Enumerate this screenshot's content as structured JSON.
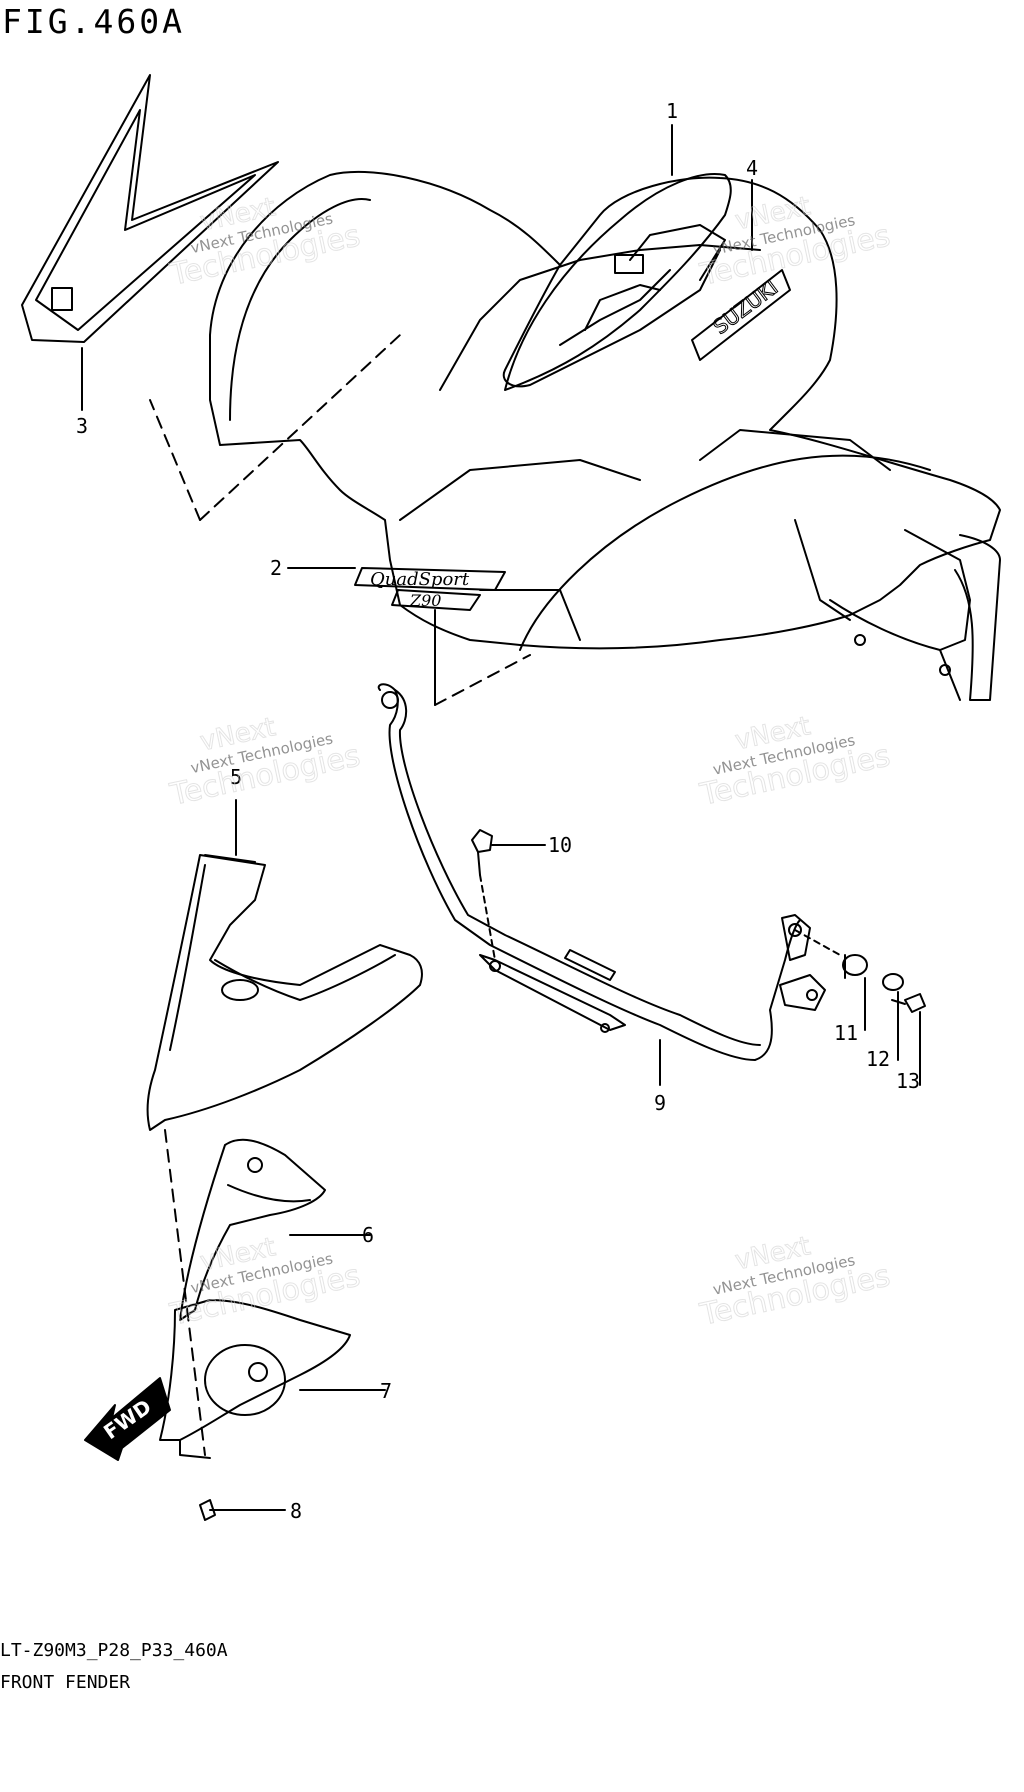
{
  "figure": {
    "title": "FIG.460A",
    "code": "LT-Z90M3_P28_P33_460A",
    "name": "FRONT FENDER"
  },
  "callouts": [
    "1",
    "2",
    "3",
    "4",
    "5",
    "6",
    "7",
    "8",
    "9",
    "10",
    "11",
    "12",
    "13"
  ],
  "decals": {
    "brand": "SUZUKI",
    "model": "QuadSport",
    "model_sub": "Z90",
    "fwd": "FWD"
  },
  "watermark": {
    "line1": "vNext",
    "line2": "vNext Technologies",
    "line3": "Technologies"
  }
}
